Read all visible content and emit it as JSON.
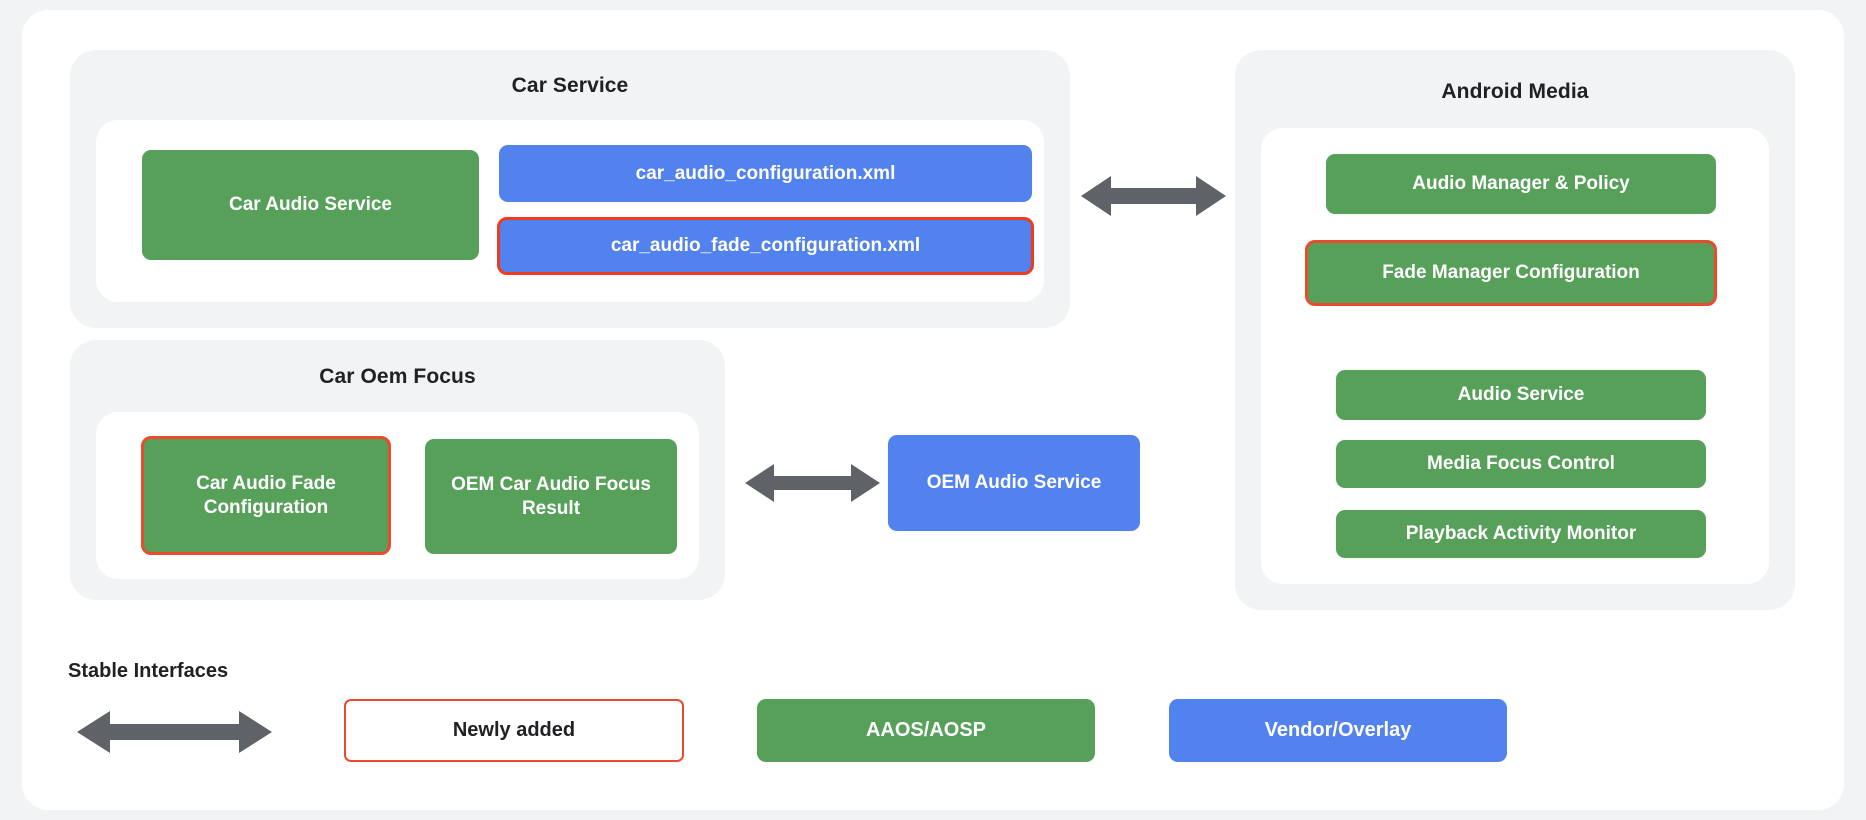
{
  "diagram": {
    "groups": [
      {
        "id": "car-service",
        "title": "Car Service",
        "nodes": [
          {
            "label": "Car Audio Service",
            "style": "green",
            "outlined": false
          },
          {
            "label": "car_audio_configuration.xml",
            "style": "blue",
            "outlined": false
          },
          {
            "label": "car_audio_fade_configuration.xml",
            "style": "blue",
            "outlined": true
          }
        ]
      },
      {
        "id": "car-oem-focus",
        "title": "Car Oem Focus",
        "nodes": [
          {
            "label": "Car Audio Fade Configuration",
            "style": "green",
            "outlined": true
          },
          {
            "label": "OEM Car Audio Focus Result",
            "style": "green",
            "outlined": false
          }
        ]
      },
      {
        "id": "android-media",
        "title": "Android Media",
        "nodes": [
          {
            "label": "Audio Manager & Policy",
            "style": "green",
            "outlined": false
          },
          {
            "label": "Fade Manager Configuration",
            "style": "green",
            "outlined": true
          },
          {
            "label": "Audio Service",
            "style": "green",
            "outlined": false
          },
          {
            "label": "Media Focus Control",
            "style": "green",
            "outlined": false
          },
          {
            "label": "Playback Activity Monitor",
            "style": "green",
            "outlined": false
          }
        ]
      }
    ],
    "standalone_nodes": [
      {
        "id": "oem-audio-service",
        "label": "OEM Audio Service",
        "style": "blue",
        "outlined": false
      }
    ],
    "connectors": [
      {
        "id": "car-service-to-android-media",
        "kind": "double-arrow"
      },
      {
        "id": "car-oem-focus-to-oem-audio-service",
        "kind": "double-arrow"
      }
    ]
  },
  "legend": {
    "stable_interfaces_label": "Stable Interfaces",
    "arrow_name": "double-arrow-icon",
    "items": [
      {
        "label": "Newly added",
        "style": "newly"
      },
      {
        "label": "AAOS/AOSP",
        "style": "green"
      },
      {
        "label": "Vendor/Overlay",
        "style": "blue"
      }
    ]
  },
  "colors": {
    "green": "#57a05a",
    "blue": "#5282ee",
    "highlight_red": "#ea4a2e",
    "panel_grey": "#f1f3f4",
    "arrow_grey": "#5f6368",
    "text_dark": "#202124"
  }
}
